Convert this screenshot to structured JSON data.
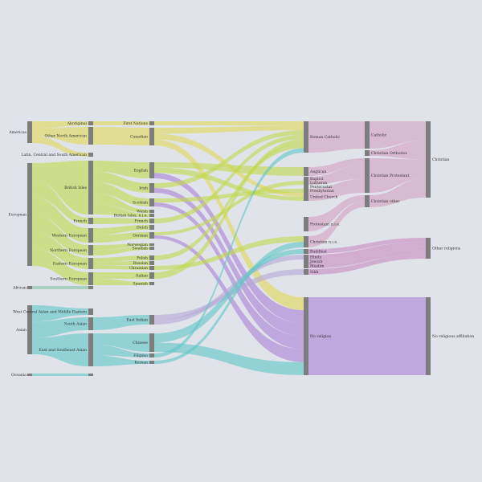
{
  "diagram": {
    "type": "sankey",
    "colors": {
      "background": "#e0e4ea",
      "node": "#7d7d7d",
      "americas": "#e0d95a",
      "europe": "#c4d84e",
      "africa": "#86c2a4",
      "asia": "#62c7c8",
      "oceania": "#62c7c8",
      "religion_mid": "#b6a8d6",
      "christian": "#d4a1c0",
      "other_religion": "#c98ac4",
      "no_religion": "#ab82d6"
    },
    "continents": [
      {
        "key": "americas",
        "label": "Americas"
      },
      {
        "key": "europe",
        "label": "European"
      },
      {
        "key": "africa",
        "label": "African"
      },
      {
        "key": "asia",
        "label": "Asian"
      },
      {
        "key": "oceania",
        "label": "Oceania"
      }
    ],
    "regions": [
      {
        "key": "aboriginal",
        "label": "Aboriginal"
      },
      {
        "key": "other_na",
        "label": "Other North American"
      },
      {
        "key": "latin",
        "label": "Latin, Central and South American"
      },
      {
        "key": "british",
        "label": "British Isles"
      },
      {
        "key": "french",
        "label": "French"
      },
      {
        "key": "western",
        "label": "Western European"
      },
      {
        "key": "northern",
        "label": "Northern European"
      },
      {
        "key": "eastern",
        "label": "Eastern European"
      },
      {
        "key": "southern",
        "label": "Southern European"
      },
      {
        "key": "african",
        "label": ""
      },
      {
        "key": "wcasia",
        "label": "West Central Asian and Middle Eastern"
      },
      {
        "key": "southasia",
        "label": "South Asian"
      },
      {
        "key": "seasia",
        "label": "East and Southeast Asian"
      },
      {
        "key": "oceania_r",
        "label": ""
      }
    ],
    "origins": [
      {
        "key": "first",
        "label": "First Nations"
      },
      {
        "key": "canadian",
        "label": "Canadian"
      },
      {
        "key": "english",
        "label": "English"
      },
      {
        "key": "irish",
        "label": "Irish"
      },
      {
        "key": "scottish",
        "label": "Scottish"
      },
      {
        "key": "welsh",
        "label": "Welsh"
      },
      {
        "key": "brit_nie",
        "label": "British Isles, n.i.e."
      },
      {
        "key": "french_o",
        "label": "French"
      },
      {
        "key": "dutch",
        "label": "Dutch"
      },
      {
        "key": "german",
        "label": "German"
      },
      {
        "key": "norwegian",
        "label": "Norwegian"
      },
      {
        "key": "swedish",
        "label": "Swedish"
      },
      {
        "key": "polish",
        "label": "Polish"
      },
      {
        "key": "russian",
        "label": "Russian"
      },
      {
        "key": "ukrainian",
        "label": "Ukrainian"
      },
      {
        "key": "italian",
        "label": "Italian"
      },
      {
        "key": "spanish",
        "label": "Spanish"
      },
      {
        "key": "eastindian",
        "label": "East Indian"
      },
      {
        "key": "chinese",
        "label": "Chinese"
      },
      {
        "key": "filipino",
        "label": "Filipino"
      },
      {
        "key": "korean",
        "label": "Korean"
      }
    ],
    "religions": [
      {
        "key": "rc",
        "label": "Roman Catholic"
      },
      {
        "key": "anglican",
        "label": "Anglican"
      },
      {
        "key": "baptist",
        "label": "Baptist"
      },
      {
        "key": "lutheran",
        "label": "Lutheran"
      },
      {
        "key": "pentecostal",
        "label": "Pentecostal"
      },
      {
        "key": "presbyterian",
        "label": "Presbyterian"
      },
      {
        "key": "united",
        "label": "United Church"
      },
      {
        "key": "protnie",
        "label": "Protestant n.i.e."
      },
      {
        "key": "christnie",
        "label": "Christian n.i.e."
      },
      {
        "key": "buddhist",
        "label": "Buddhist"
      },
      {
        "key": "hindu",
        "label": "Hindu"
      },
      {
        "key": "jewish",
        "label": "Jewish"
      },
      {
        "key": "muslim",
        "label": "Muslim"
      },
      {
        "key": "sikh",
        "label": "Sikh"
      },
      {
        "key": "norel",
        "label": "No religion"
      }
    ],
    "groups": [
      {
        "key": "catholic",
        "label": "Catholic"
      },
      {
        "key": "orthodox",
        "label": "Christian Orthodox"
      },
      {
        "key": "protestant",
        "label": "Christian Protestant"
      },
      {
        "key": "christother",
        "label": "Christian other"
      }
    ],
    "summaries": [
      {
        "key": "christian",
        "label": "Christian"
      },
      {
        "key": "otherrel",
        "label": "Other religions"
      },
      {
        "key": "noaff",
        "label": "No religious affiliation"
      }
    ]
  }
}
